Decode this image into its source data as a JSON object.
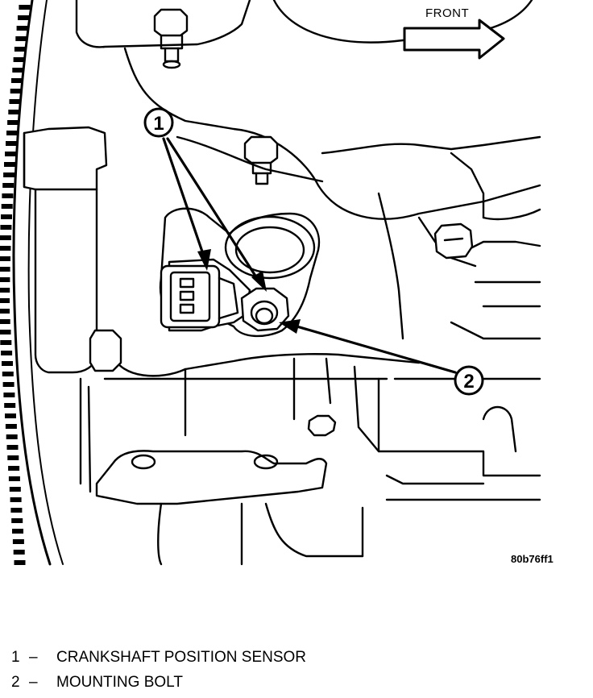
{
  "diagram": {
    "front_label": "FRONT",
    "figure_code": "80b76ff1",
    "callouts": [
      {
        "number": "1"
      },
      {
        "number": "2"
      }
    ]
  },
  "legend": [
    {
      "number": "1",
      "dash": "–",
      "text": "CRANKSHAFT POSITION SENSOR"
    },
    {
      "number": "2",
      "dash": "–",
      "text": "MOUNTING BOLT"
    }
  ]
}
